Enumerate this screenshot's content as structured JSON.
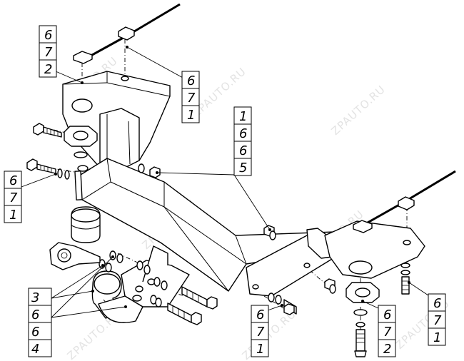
{
  "watermark": "ZPAUTO.RU",
  "callouts": [
    {
      "id": "top-left",
      "labels": [
        "6",
        "7",
        "2"
      ]
    },
    {
      "id": "top-center",
      "labels": [
        "6",
        "7",
        "1"
      ]
    },
    {
      "id": "center-right",
      "labels": [
        "1",
        "6",
        "6",
        "5"
      ]
    },
    {
      "id": "left-mid",
      "labels": [
        "6",
        "7",
        "1"
      ]
    },
    {
      "id": "bottom-left",
      "labels": [
        "3",
        "6",
        "6",
        "4"
      ]
    },
    {
      "id": "bottom-center",
      "labels": [
        "6",
        "7",
        "1"
      ]
    },
    {
      "id": "bottom-right-a",
      "labels": [
        "6",
        "7",
        "2"
      ]
    },
    {
      "id": "bottom-right-b",
      "labels": [
        "6",
        "7",
        "1"
      ]
    }
  ]
}
